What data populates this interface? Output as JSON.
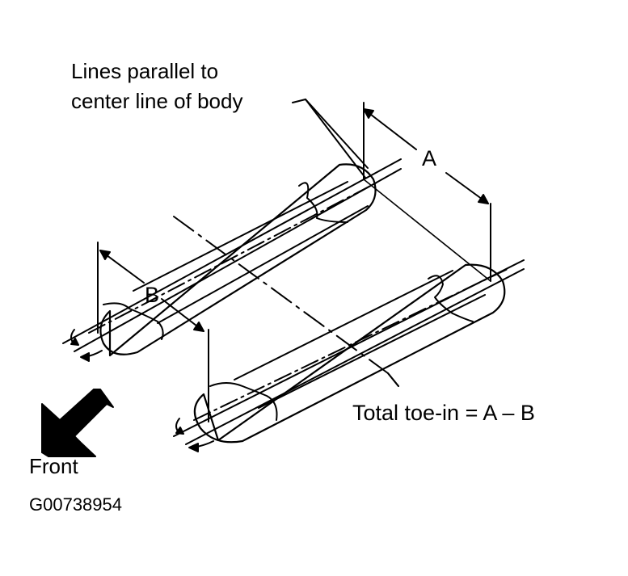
{
  "labels": {
    "lines_parallel_1": "Lines parallel to",
    "lines_parallel_2": "center line of body",
    "dim_a": "A",
    "dim_b": "B",
    "formula": "Total toe-in = A – B",
    "front": "Front",
    "figure_code": "G00738954"
  },
  "icons": {
    "front_arrow": "front-arrow-icon",
    "rotation_arrow": "rotation-arrow-icon"
  },
  "colors": {
    "ink": "#000000",
    "paper": "#ffffff"
  }
}
